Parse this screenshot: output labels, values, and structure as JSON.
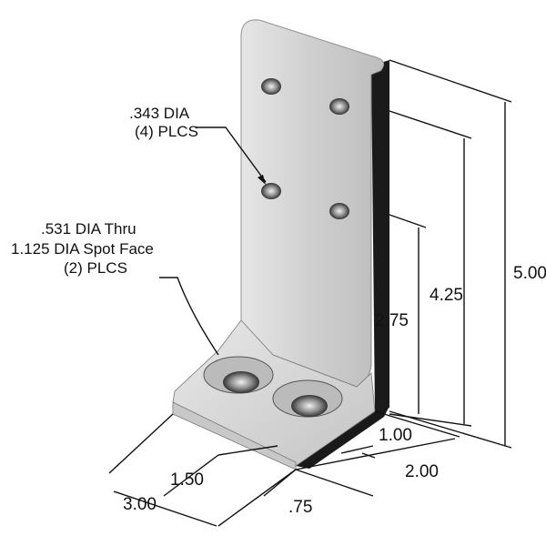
{
  "callouts": {
    "small_holes": {
      "line1": ".343 DIA",
      "line2": "(4) PLCS"
    },
    "large_holes": {
      "line1": ".531 DIA Thru",
      "line2": "1.125 DIA Spot Face",
      "line3": "(2) PLCS"
    }
  },
  "dimensions": {
    "total_height": "5.00",
    "upper_hole_height": "4.25",
    "lower_hole_height": "2.75",
    "hole_offset_depth": "1.00",
    "depth": "2.00",
    "hole_spacing": "1.50",
    "width": "3.00",
    "edge_offset": ".75"
  },
  "colors": {
    "face": "#d2d2d2",
    "shadow": "#1a1a1a",
    "line": "#111111"
  }
}
